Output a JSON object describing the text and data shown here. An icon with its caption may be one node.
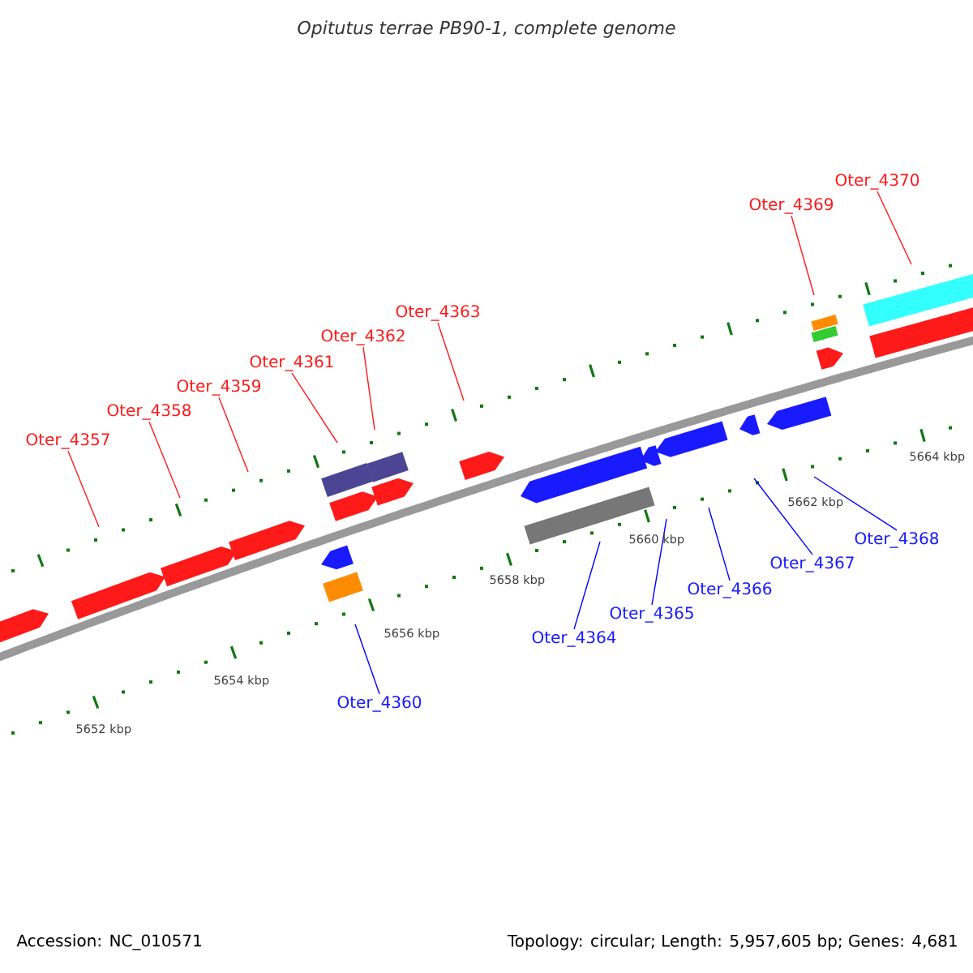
{
  "diagram": {
    "title": "Opitutus terrae PB90-1, complete genome",
    "nodes": [
      {
        "text": [
          "Oter_4357"
        ]
      },
      {
        "text": [
          "Oter_4358"
        ]
      },
      {
        "text": [
          "Oter_4359"
        ]
      },
      {
        "text": [
          "Oter_4360"
        ]
      },
      {
        "text": [
          "Oter_4361"
        ]
      },
      {
        "text": [
          "Oter_4362"
        ]
      },
      {
        "text": [
          "Oter_4363"
        ]
      },
      {
        "text": [
          "Oter_4364"
        ]
      },
      {
        "text": [
          "Oter_4365"
        ]
      },
      {
        "text": [
          "Oter_4366"
        ]
      },
      {
        "text": [
          "Oter_4367"
        ]
      },
      {
        "text": [
          "Oter_4368"
        ]
      },
      {
        "text": [
          "Oter_4369"
        ]
      },
      {
        "text": [
          "Oter_4370"
        ]
      }
    ],
    "edges": [
      {
        "from": 0,
        "to": null,
        "arrow": "none"
      },
      {
        "from": 1,
        "to": null,
        "arrow": "none"
      },
      {
        "from": 2,
        "to": null,
        "arrow": "none"
      },
      {
        "from": 3,
        "to": null,
        "arrow": "none",
        "color": "#0000ff"
      },
      {
        "from": 4,
        "to": null,
        "arrow": "none"
      },
      {
        "from": 5,
        "to": null,
        "arrow": "none"
      },
      {
        "from": 6,
        "to": null,
        "arrow": "none"
      },
      {
        "from": 7,
        "to": null,
        "arrow": "none",
        "color": "#0000ff"
      },
      {
        "from": 8,
        "to": null,
        "arrow": "none",
        "color": "#0000ff"
      },
      {
        "from": 9,
        "to": null,
        "arrow": "none",
        "color": "#0000ff"
      },
      {
        "from": 10,
        "to": null,
        "arrow": "none",
        "color": "#0000ff"
      },
      {
        "from": 11,
        "to": null,
        "arrow": "none",
        "color": "#0000ff"
      },
      {
        "from": 12,
        "to": null,
        "arrow": "none"
      },
      {
        "from": 13,
        "to": null,
        "arrow": "none"
      }
    ],
    "labels": [
      "5652 kbp",
      "5654 kbp",
      "5656 kbp",
      "5658 kbp",
      "5660 kbp",
      "5662 kbp",
      "5664 kbp",
      "Accession: NC_010571",
      "Topology: circular; Length: 5,957,605 bp; Genes: 4,681"
    ]
  }
}
